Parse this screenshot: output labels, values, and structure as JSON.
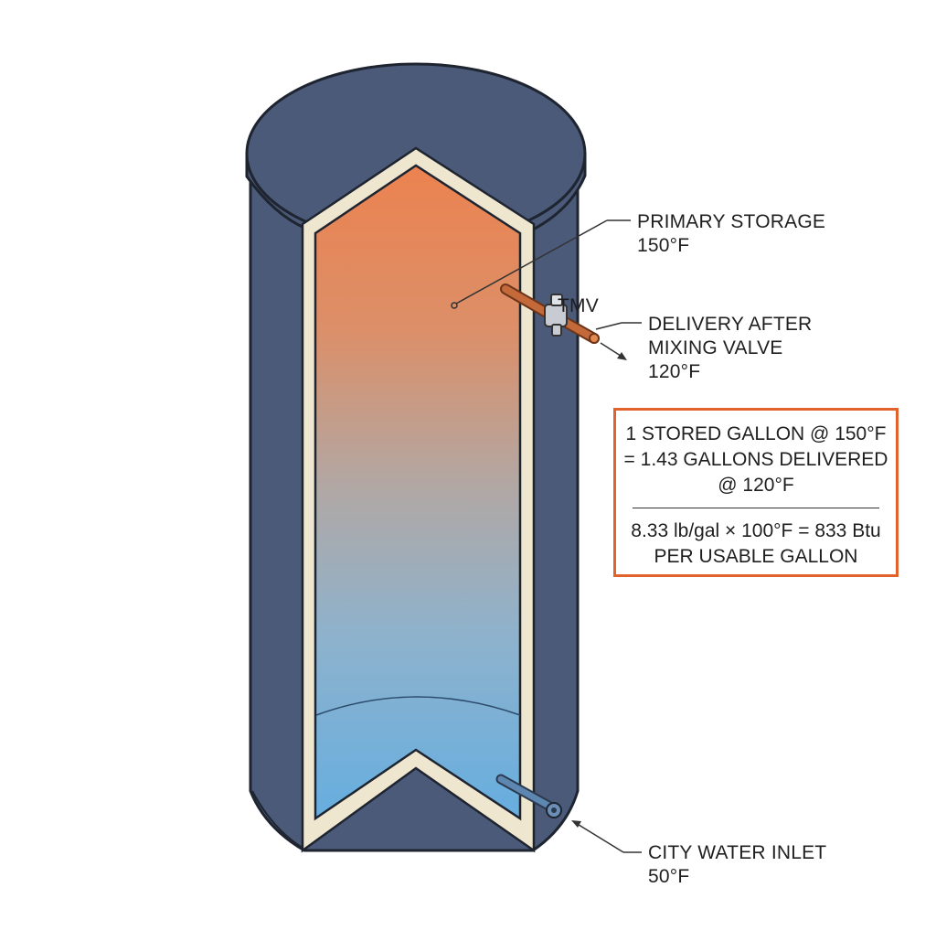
{
  "callouts": {
    "primary_storage": {
      "line1": "PRIMARY STORAGE",
      "line2": "150°F"
    },
    "tmv": "TMV",
    "delivery": {
      "line1": "DELIVERY AFTER",
      "line2": "MIXING VALVE",
      "line3": "120°F"
    },
    "city_inlet": {
      "line1": "CITY WATER INLET",
      "line2": "50°F"
    }
  },
  "note": {
    "line1": "1 STORED GALLON @ 150°F",
    "line2": "= 1.43 GALLONS DELIVERED",
    "line3": "@ 120°F",
    "line4": "8.33 lb/gal × 100°F = 833 Btu",
    "line5": "PER USABLE GALLON"
  },
  "colors": {
    "tank_shell": "#4a5a78",
    "insulation": "#efe6cf",
    "water_hot": "#ec8250",
    "water_cold": "#66aee0",
    "note_border": "#e2622c"
  }
}
